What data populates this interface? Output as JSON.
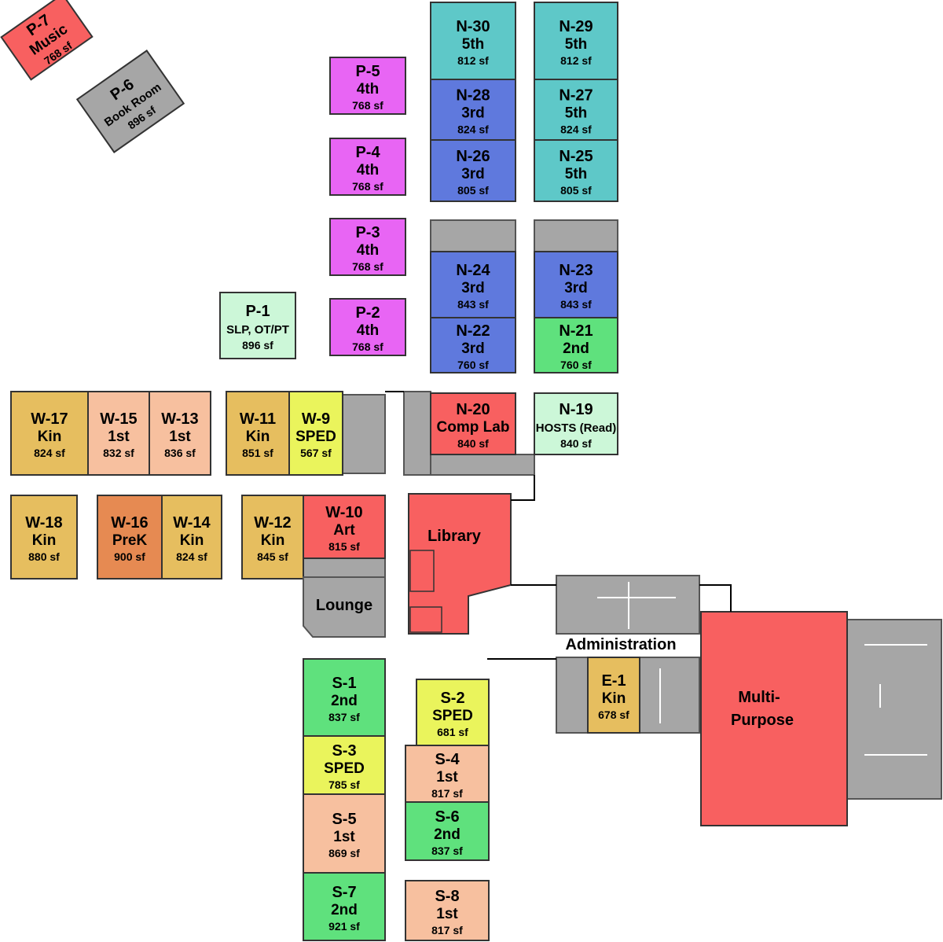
{
  "colors": {
    "fifth": "#5ec8c8",
    "third": "#5f79dd",
    "second": "#5fe17d",
    "first": "#f7c09f",
    "kin": "#e6be5f",
    "prek": "#e68a52",
    "sped": "#eaf45c",
    "red": "#f86060",
    "fourth": "#e865f4",
    "support": "#ccf7d8",
    "gray": "#a6a6a6"
  },
  "rooms": [
    {
      "id": "p7",
      "name": "P-7",
      "sub": "Music",
      "sf": "768 sf",
      "color": "red"
    },
    {
      "id": "p6",
      "name": "P-6",
      "sub": "Book Room",
      "sf": "896 sf",
      "color": "gray"
    },
    {
      "id": "p5",
      "name": "P-5",
      "sub": "4th",
      "sf": "768 sf",
      "color": "fourth"
    },
    {
      "id": "p4",
      "name": "P-4",
      "sub": "4th",
      "sf": "768 sf",
      "color": "fourth"
    },
    {
      "id": "p3",
      "name": "P-3",
      "sub": "4th",
      "sf": "768 sf",
      "color": "fourth"
    },
    {
      "id": "p2",
      "name": "P-2",
      "sub": "4th",
      "sf": "768 sf",
      "color": "fourth"
    },
    {
      "id": "p1",
      "name": "P-1",
      "sub": "SLP, OT/PT",
      "sf": "896 sf",
      "color": "support"
    },
    {
      "id": "n30",
      "name": "N-30",
      "sub": "5th",
      "sf": "812 sf",
      "color": "fifth"
    },
    {
      "id": "n29",
      "name": "N-29",
      "sub": "5th",
      "sf": "812 sf",
      "color": "fifth"
    },
    {
      "id": "n28",
      "name": "N-28",
      "sub": "3rd",
      "sf": "824 sf",
      "color": "third"
    },
    {
      "id": "n27",
      "name": "N-27",
      "sub": "5th",
      "sf": "824 sf",
      "color": "fifth"
    },
    {
      "id": "n26",
      "name": "N-26",
      "sub": "3rd",
      "sf": "805 sf",
      "color": "third"
    },
    {
      "id": "n25",
      "name": "N-25",
      "sub": "5th",
      "sf": "805 sf",
      "color": "fifth"
    },
    {
      "id": "n24",
      "name": "N-24",
      "sub": "3rd",
      "sf": "843 sf",
      "color": "third"
    },
    {
      "id": "n23",
      "name": "N-23",
      "sub": "3rd",
      "sf": "843 sf",
      "color": "third"
    },
    {
      "id": "n22",
      "name": "N-22",
      "sub": "3rd",
      "sf": "760 sf",
      "color": "third"
    },
    {
      "id": "n21",
      "name": "N-21",
      "sub": "2nd",
      "sf": "760 sf",
      "color": "second"
    },
    {
      "id": "n20",
      "name": "N-20",
      "sub": "Comp Lab",
      "sf": "840 sf",
      "color": "red"
    },
    {
      "id": "n19",
      "name": "N-19",
      "sub": "HOSTS (Read)",
      "sf": "840 sf",
      "color": "support"
    },
    {
      "id": "w17",
      "name": "W-17",
      "sub": "Kin",
      "sf": "824 sf",
      "color": "kin"
    },
    {
      "id": "w15",
      "name": "W-15",
      "sub": "1st",
      "sf": "832 sf",
      "color": "first"
    },
    {
      "id": "w13",
      "name": "W-13",
      "sub": "1st",
      "sf": "836 sf",
      "color": "first"
    },
    {
      "id": "w11",
      "name": "W-11",
      "sub": "Kin",
      "sf": "851 sf",
      "color": "kin"
    },
    {
      "id": "w9",
      "name": "W-9",
      "sub": "SPED",
      "sf": "567 sf",
      "color": "sped"
    },
    {
      "id": "w18",
      "name": "W-18",
      "sub": "Kin",
      "sf": "880 sf",
      "color": "kin"
    },
    {
      "id": "w16",
      "name": "W-16",
      "sub": "PreK",
      "sf": "900 sf",
      "color": "prek"
    },
    {
      "id": "w14",
      "name": "W-14",
      "sub": "Kin",
      "sf": "824 sf",
      "color": "kin"
    },
    {
      "id": "w12",
      "name": "W-12",
      "sub": "Kin",
      "sf": "845 sf",
      "color": "kin"
    },
    {
      "id": "w10",
      "name": "W-10",
      "sub": "Art",
      "sf": "815 sf",
      "color": "red"
    },
    {
      "id": "s1",
      "name": "S-1",
      "sub": "2nd",
      "sf": "837 sf",
      "color": "second"
    },
    {
      "id": "s2",
      "name": "S-2",
      "sub": "SPED",
      "sf": "681 sf",
      "color": "sped"
    },
    {
      "id": "s3",
      "name": "S-3",
      "sub": "SPED",
      "sf": "785 sf",
      "color": "sped"
    },
    {
      "id": "s4",
      "name": "S-4",
      "sub": "1st",
      "sf": "817 sf",
      "color": "first"
    },
    {
      "id": "s5",
      "name": "S-5",
      "sub": "1st",
      "sf": "869 sf",
      "color": "first"
    },
    {
      "id": "s6",
      "name": "S-6",
      "sub": "2nd",
      "sf": "837 sf",
      "color": "second"
    },
    {
      "id": "s7",
      "name": "S-7",
      "sub": "2nd",
      "sf": "921 sf",
      "color": "second"
    },
    {
      "id": "s8",
      "name": "S-8",
      "sub": "1st",
      "sf": "817 sf",
      "color": "first"
    },
    {
      "id": "e1",
      "name": "E-1",
      "sub": "Kin",
      "sf": "678 sf",
      "color": "kin"
    }
  ],
  "areas": {
    "library": {
      "label": "Library"
    },
    "lounge": {
      "label": "Lounge"
    },
    "administration": {
      "label": "Administration"
    },
    "multipurpose": {
      "line1": "Multi-",
      "line2": "Purpose"
    }
  }
}
